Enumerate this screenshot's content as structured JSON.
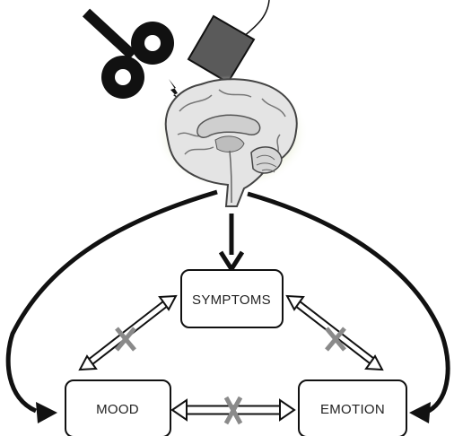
{
  "nodes": {
    "symptoms": "SYMPTOMS",
    "mood": "MOOD",
    "emotion": "EMOTION"
  },
  "colors": {
    "stroke": "#111111",
    "cross": "#8a8a8a",
    "electrode": "#555555",
    "brain_fill": "#e6e6e6",
    "brain_glow": "#e8ecd2"
  },
  "icons": {
    "stimulation_key": "wind-up-key-icon",
    "electrode_pad": "electrode-pad-icon",
    "spark": "lightning-bolt-icon",
    "brain": "brain-sagittal-icon"
  }
}
